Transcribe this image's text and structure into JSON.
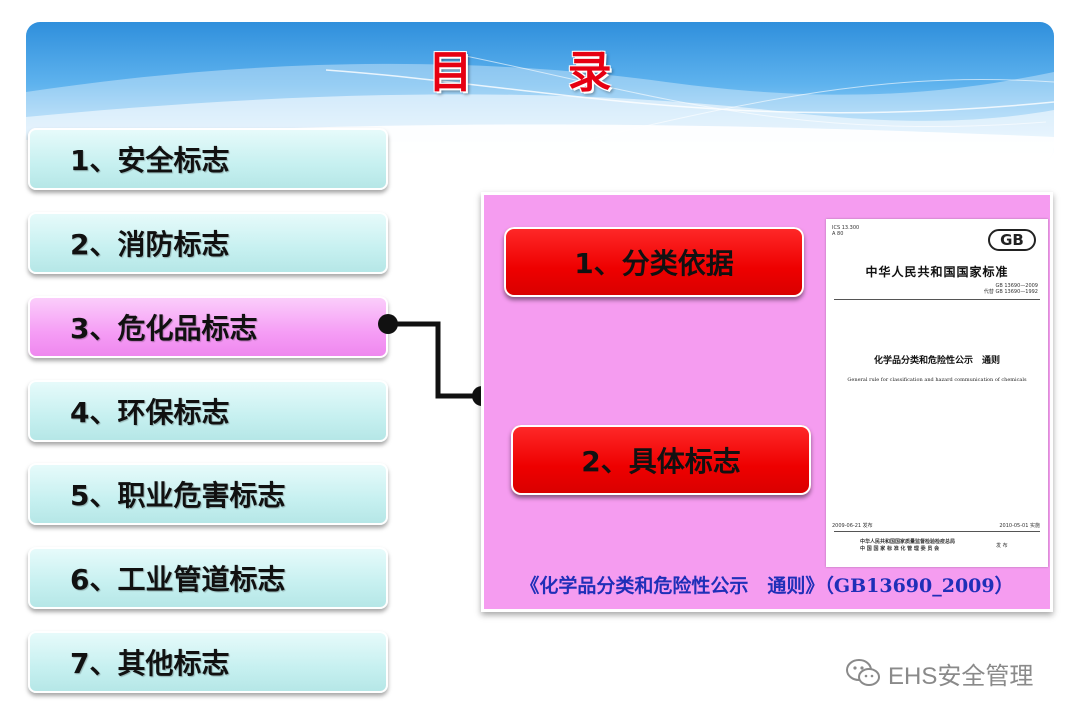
{
  "header": {
    "title": "目 录"
  },
  "menu": {
    "items": [
      {
        "label": "1、安全标志"
      },
      {
        "label": "2、消防标志"
      },
      {
        "label": "3、危化品标志"
      },
      {
        "label": "4、环保标志"
      },
      {
        "label": "5、职业危害标志"
      },
      {
        "label": "6、工业管道标志"
      },
      {
        "label": "7、其他标志"
      }
    ],
    "active_index": 2
  },
  "panel": {
    "buttons": [
      {
        "label": "1、分类依据"
      },
      {
        "label": "2、具体标志"
      }
    ],
    "document": {
      "ics": "ICS 13.300",
      "cls": "A 80",
      "logo": "GB",
      "org": "中华人民共和国国家标准",
      "number": "GB 13690—2009",
      "replaces": "代替 GB 13690—1992",
      "name": "化学品分类和危险性公示　通则",
      "name_en": "General rule for classification and hazard communication of chemicals",
      "publish_date": "2009-06-21 发布",
      "effective_date": "2010-05-01 实施",
      "issuer1": "中华人民共和国国家质量监督检验检疫总局",
      "issuer2": "中 国 国 家 标 准 化 管 理 委 员 会",
      "issue_label": "发 布"
    },
    "caption": "《化学品分类和危险性公示　通则》（GB13690_2009）"
  },
  "watermark": {
    "text": "EHS安全管理"
  },
  "colors": {
    "title": "#e60012",
    "menu_normal": "#c6f0f0",
    "menu_active": "#f59cf5",
    "panel_bg": "#f59cf0",
    "red_button": "#ee0000",
    "caption": "#1f2fb8"
  }
}
